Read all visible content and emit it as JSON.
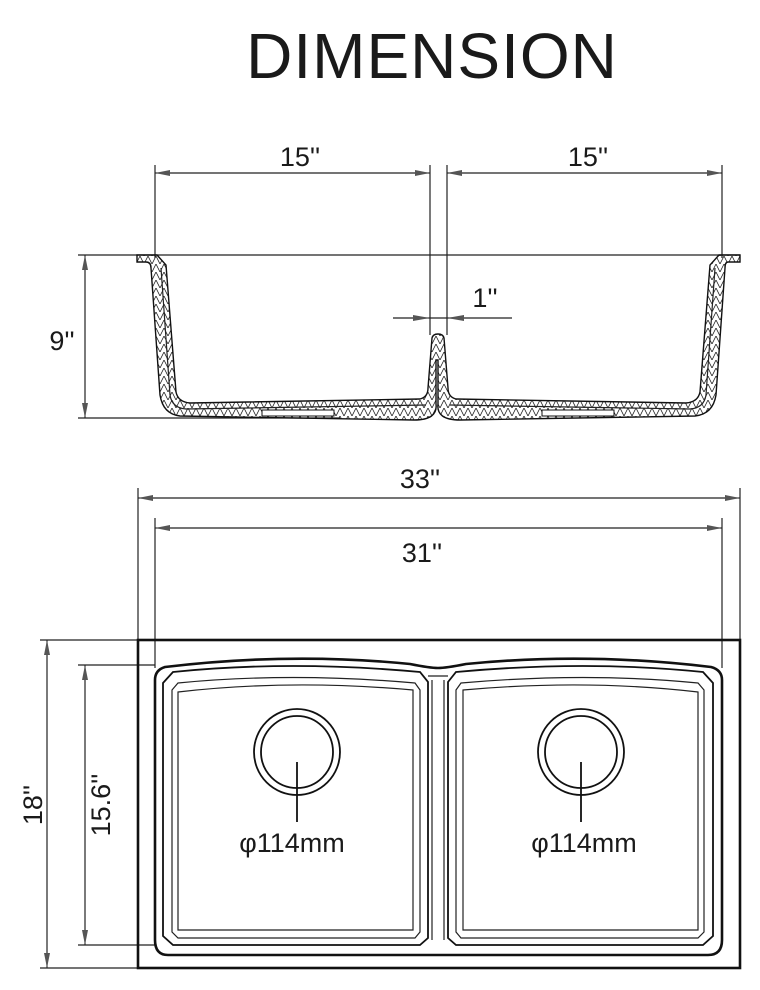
{
  "title": "DIMENSION",
  "side_view": {
    "left_bowl_width": "15''",
    "right_bowl_width": "15''",
    "depth": "9''",
    "divider_width": "1''"
  },
  "top_view": {
    "overall_width": "33''",
    "inner_width": "31''",
    "overall_depth": "18''",
    "inner_depth": "15.6''",
    "left_drain": "φ114mm",
    "right_drain": "φ114mm"
  }
}
